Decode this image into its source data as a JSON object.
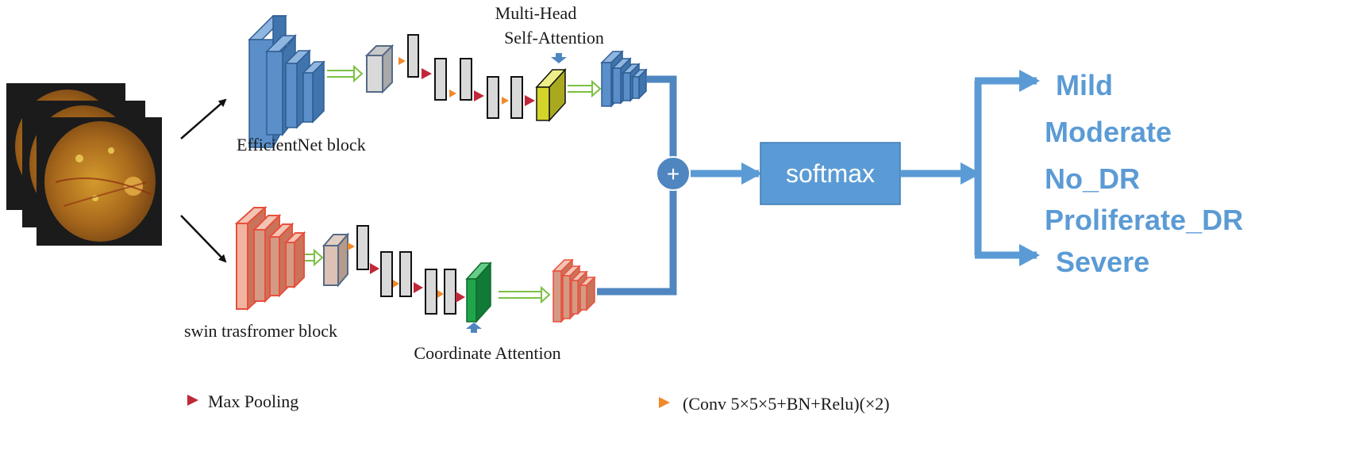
{
  "colors": {
    "efficientnet_blue": "#5b8fc9",
    "swin_red": "#e8503d",
    "swin_fill": "#d49a84",
    "flow_blue": "#4f86c0",
    "class_blue": "#5b9bd5",
    "max_pool_red": "#c0283a",
    "conv_orange": "#f08a2a",
    "green_arrow": "#7bc043",
    "mhsa_yellow": "#d4d42a",
    "ca_green": "#1fa64b",
    "layer_gray": "#d9d9d9"
  },
  "input": {
    "icon": "retina-fundus-images-icon"
  },
  "branches": {
    "top": {
      "label": "EfficientNet block",
      "attention_label_line1": "Multi-Head",
      "attention_label_line2": "Self-Attention"
    },
    "bottom": {
      "label": "swin trasfromer block",
      "attention_label": "Coordinate Attention"
    }
  },
  "fusion": {
    "symbol": "+"
  },
  "softmax": {
    "label": "softmax"
  },
  "classes": [
    "Mild",
    "Moderate",
    "No_DR",
    "Proliferate_DR",
    "Severe"
  ],
  "legend": {
    "max_pool": "Max Pooling",
    "conv": "(Conv 5×5×5+BN+Relu)(×2)"
  }
}
